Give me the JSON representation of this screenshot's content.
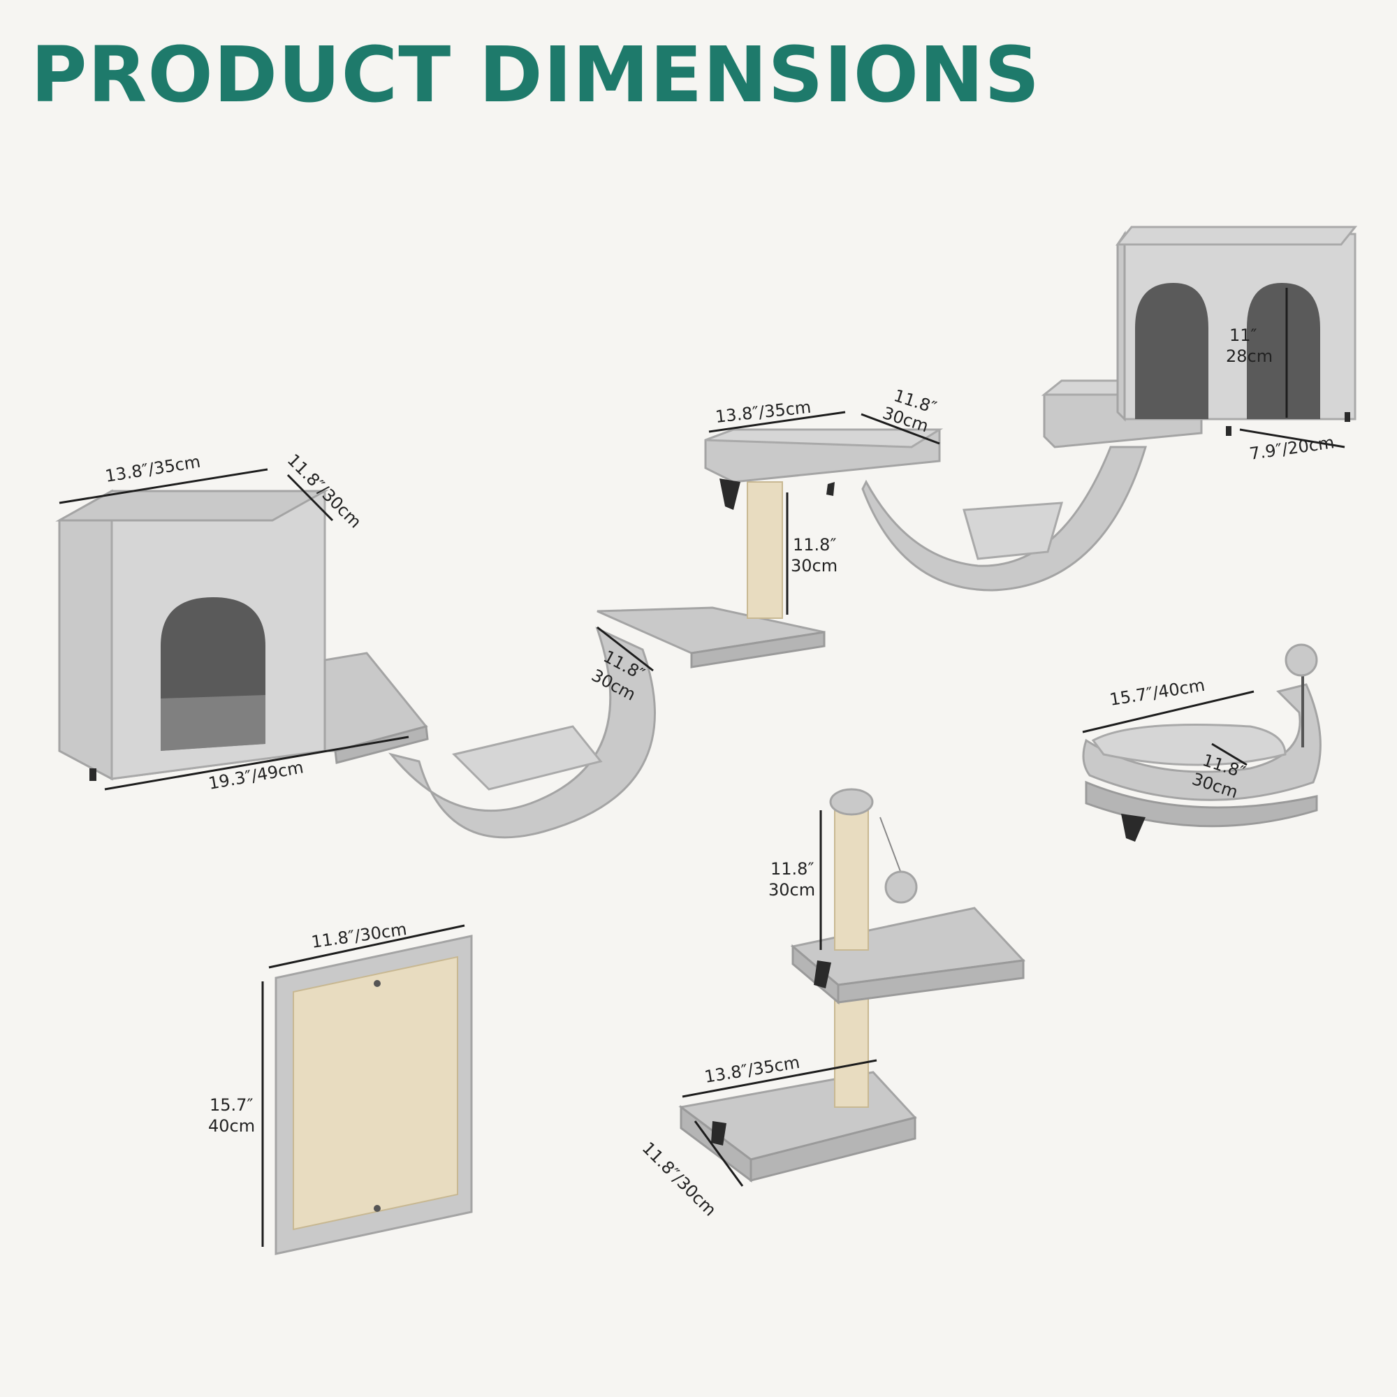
{
  "header": {
    "title": "PRODUCT DIMENSIONS"
  },
  "dimensions": {
    "condo_left_width": "13.8″/35cm",
    "condo_left_depth": "11.8″/30cm",
    "condo_left_total": "19.3″/49cm",
    "bridge_left_width": "11.8″",
    "bridge_left_width_cm": "30cm",
    "platform_top_width": "13.8″/35cm",
    "platform_top_depth": "11.8″",
    "platform_top_depth_cm": "30cm",
    "post_top_height": "11.8″",
    "post_top_height_cm": "30cm",
    "condo_right_height": "11″",
    "condo_right_height_cm": "28cm",
    "condo_right_step": "7.9″/20cm",
    "bed_width": "15.7″/40cm",
    "bed_depth": "11.8″",
    "bed_depth_cm": "30cm",
    "scratch_board_width": "11.8″/30cm",
    "scratch_board_height": "15.7″",
    "scratch_board_height_cm": "40cm",
    "post_bottom_height": "11.8″",
    "post_bottom_height_cm": "30cm",
    "platform_bottom_width": "13.8″/35cm",
    "platform_bottom_depth": "11.8″/30cm"
  }
}
